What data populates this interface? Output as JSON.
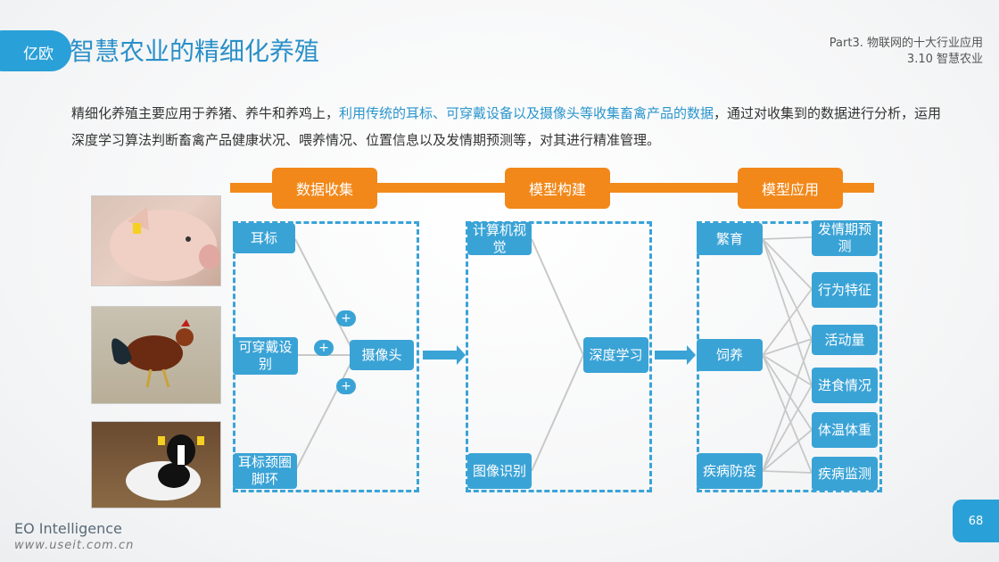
{
  "header": {
    "logo_text": "亿欧",
    "title": "智慧农业的精细化养殖",
    "part": "Part3. 物联网的十大行业应用",
    "section": "3.10 智慧农业"
  },
  "intro": {
    "text_before": "精细化养殖主要应用于养猪、养牛和养鸡上，",
    "highlight": "利用传统的耳标、可穿戴设备以及摄像头等收集畜禽产品的数据",
    "text_after": "，通过对收集到的数据进行分析，运用深度学习算法判断畜禽产品健康状况、喂养情况、位置信息以及发情期预测等，对其进行精准管理。"
  },
  "stages": [
    "数据收集",
    "模型构建",
    "模型应用"
  ],
  "collect": {
    "nodes": [
      "耳标",
      "可穿戴设别",
      "耳标颈圈脚环"
    ],
    "target": "摄像头",
    "plus": [
      "+",
      "+",
      "+"
    ]
  },
  "build": {
    "nodes": [
      "计算机视觉",
      "图像识别"
    ],
    "target": "深度学习"
  },
  "apply": {
    "sources": [
      "繁育",
      "饲养",
      "疾病防疫"
    ],
    "targets": [
      "发情期预测",
      "行为特征",
      "活动量",
      "进食情况",
      "体温体重",
      "疾病监测"
    ]
  },
  "colors": {
    "brand": "#2aa0d8",
    "orange": "#f2881a",
    "node": "#3aa3d6"
  },
  "footer": {
    "brand": "EO Intelligence",
    "watermark": "www.useit.com.cn",
    "page": "68"
  }
}
